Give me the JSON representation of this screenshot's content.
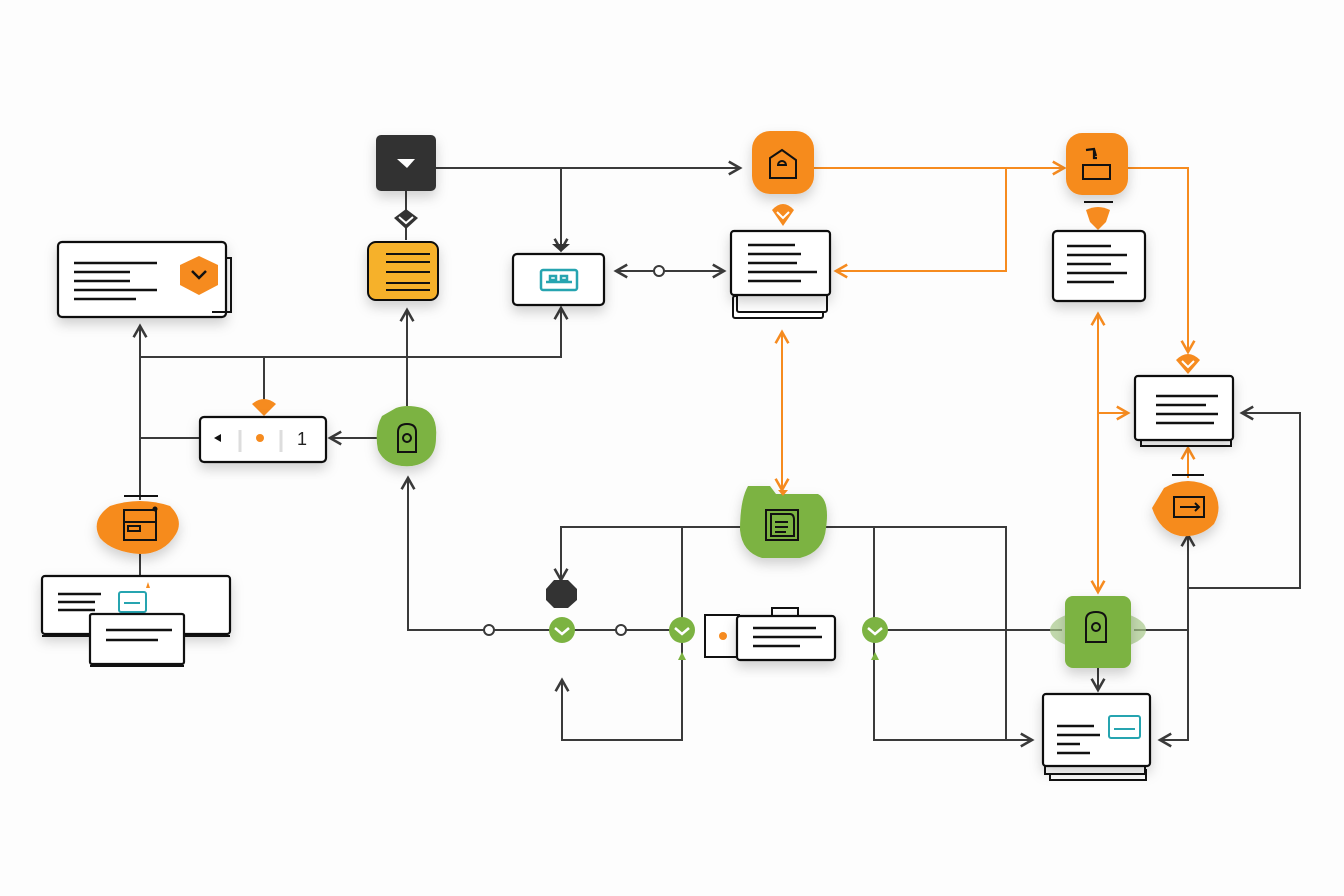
{
  "diagram": {
    "type": "workflow-flowchart",
    "colors": {
      "orange": "#f68b1f",
      "yellow": "#f6b12c",
      "green": "#7cb342",
      "dark": "#333333",
      "teal": "#26a4b0",
      "edge": "#3a3a3a",
      "edge_accent": "#f68b1f",
      "background": "#fdfdfd"
    },
    "nodes": [
      {
        "id": "doc-expand",
        "kind": "document-card",
        "icon": "chevron-down-icon",
        "accent": "orange"
      },
      {
        "id": "start-dark",
        "kind": "square-node",
        "icon": "funnel-icon",
        "accent": "dark"
      },
      {
        "id": "list-yellow",
        "kind": "square-node",
        "icon": "list-icon",
        "accent": "yellow"
      },
      {
        "id": "media-card",
        "kind": "card",
        "icon": "bed-icon",
        "accent": "teal"
      },
      {
        "id": "home-orange",
        "kind": "square-node",
        "icon": "home-icon",
        "accent": "orange"
      },
      {
        "id": "stack-doc-top",
        "kind": "stacked-document"
      },
      {
        "id": "tool-orange",
        "kind": "square-node",
        "icon": "hammer-box-icon",
        "accent": "orange"
      },
      {
        "id": "doc-right-top",
        "kind": "document-card"
      },
      {
        "id": "doc-right-mid",
        "kind": "document-card"
      },
      {
        "id": "pager",
        "kind": "pagination-control",
        "value": "1"
      },
      {
        "id": "lock-green",
        "kind": "blob-node",
        "icon": "lock-icon",
        "accent": "green"
      },
      {
        "id": "wallet-orange",
        "kind": "blob-node",
        "icon": "wallet-icon",
        "accent": "orange"
      },
      {
        "id": "doc-composite",
        "kind": "stacked-card",
        "icon": "bed-icon"
      },
      {
        "id": "note-green",
        "kind": "blob-node",
        "icon": "note-icon",
        "accent": "green"
      },
      {
        "id": "gate-dark",
        "kind": "octagon-gate",
        "accent": "dark"
      },
      {
        "id": "folder-card",
        "kind": "folder-card"
      },
      {
        "id": "input-orange",
        "kind": "blob-node",
        "icon": "input-arrow-icon",
        "accent": "orange"
      },
      {
        "id": "lock-green-2",
        "kind": "square-node",
        "icon": "lock-icon",
        "accent": "green"
      },
      {
        "id": "doc-bottom-right",
        "kind": "stacked-card",
        "icon": "bed-icon"
      }
    ],
    "checkpoints": [
      "check-1",
      "check-2",
      "check-3"
    ]
  }
}
